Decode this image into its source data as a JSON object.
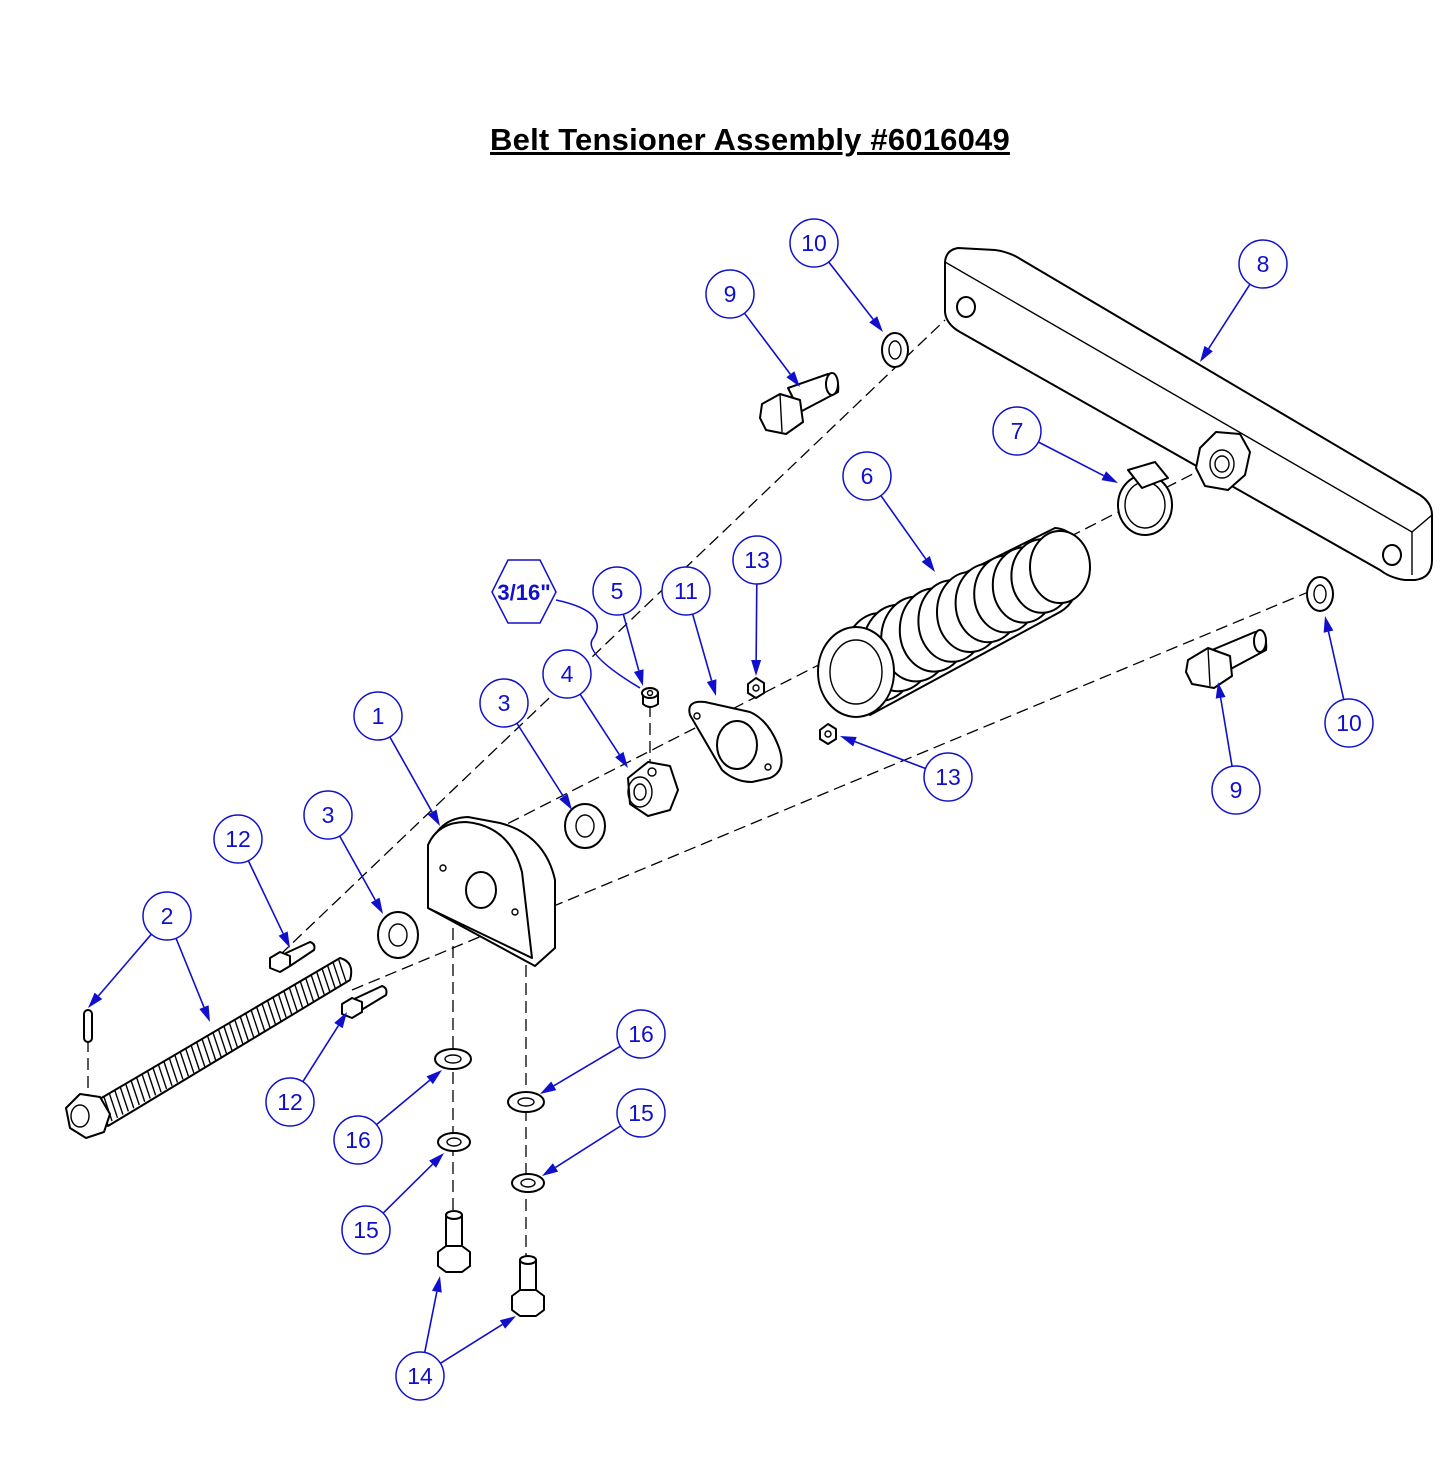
{
  "title": "Belt Tensioner Assembly #6016049",
  "callouts": [
    "1",
    "2",
    "3",
    "3",
    "4",
    "5",
    "6",
    "7",
    "8",
    "9",
    "9",
    "10",
    "10",
    "11",
    "12",
    "12",
    "13",
    "13",
    "14",
    "15",
    "15",
    "16",
    "16"
  ],
  "size_tag": "3/16\"",
  "colors": {
    "callout": "#1010cc",
    "line": "#000000",
    "background": "#ffffff"
  }
}
